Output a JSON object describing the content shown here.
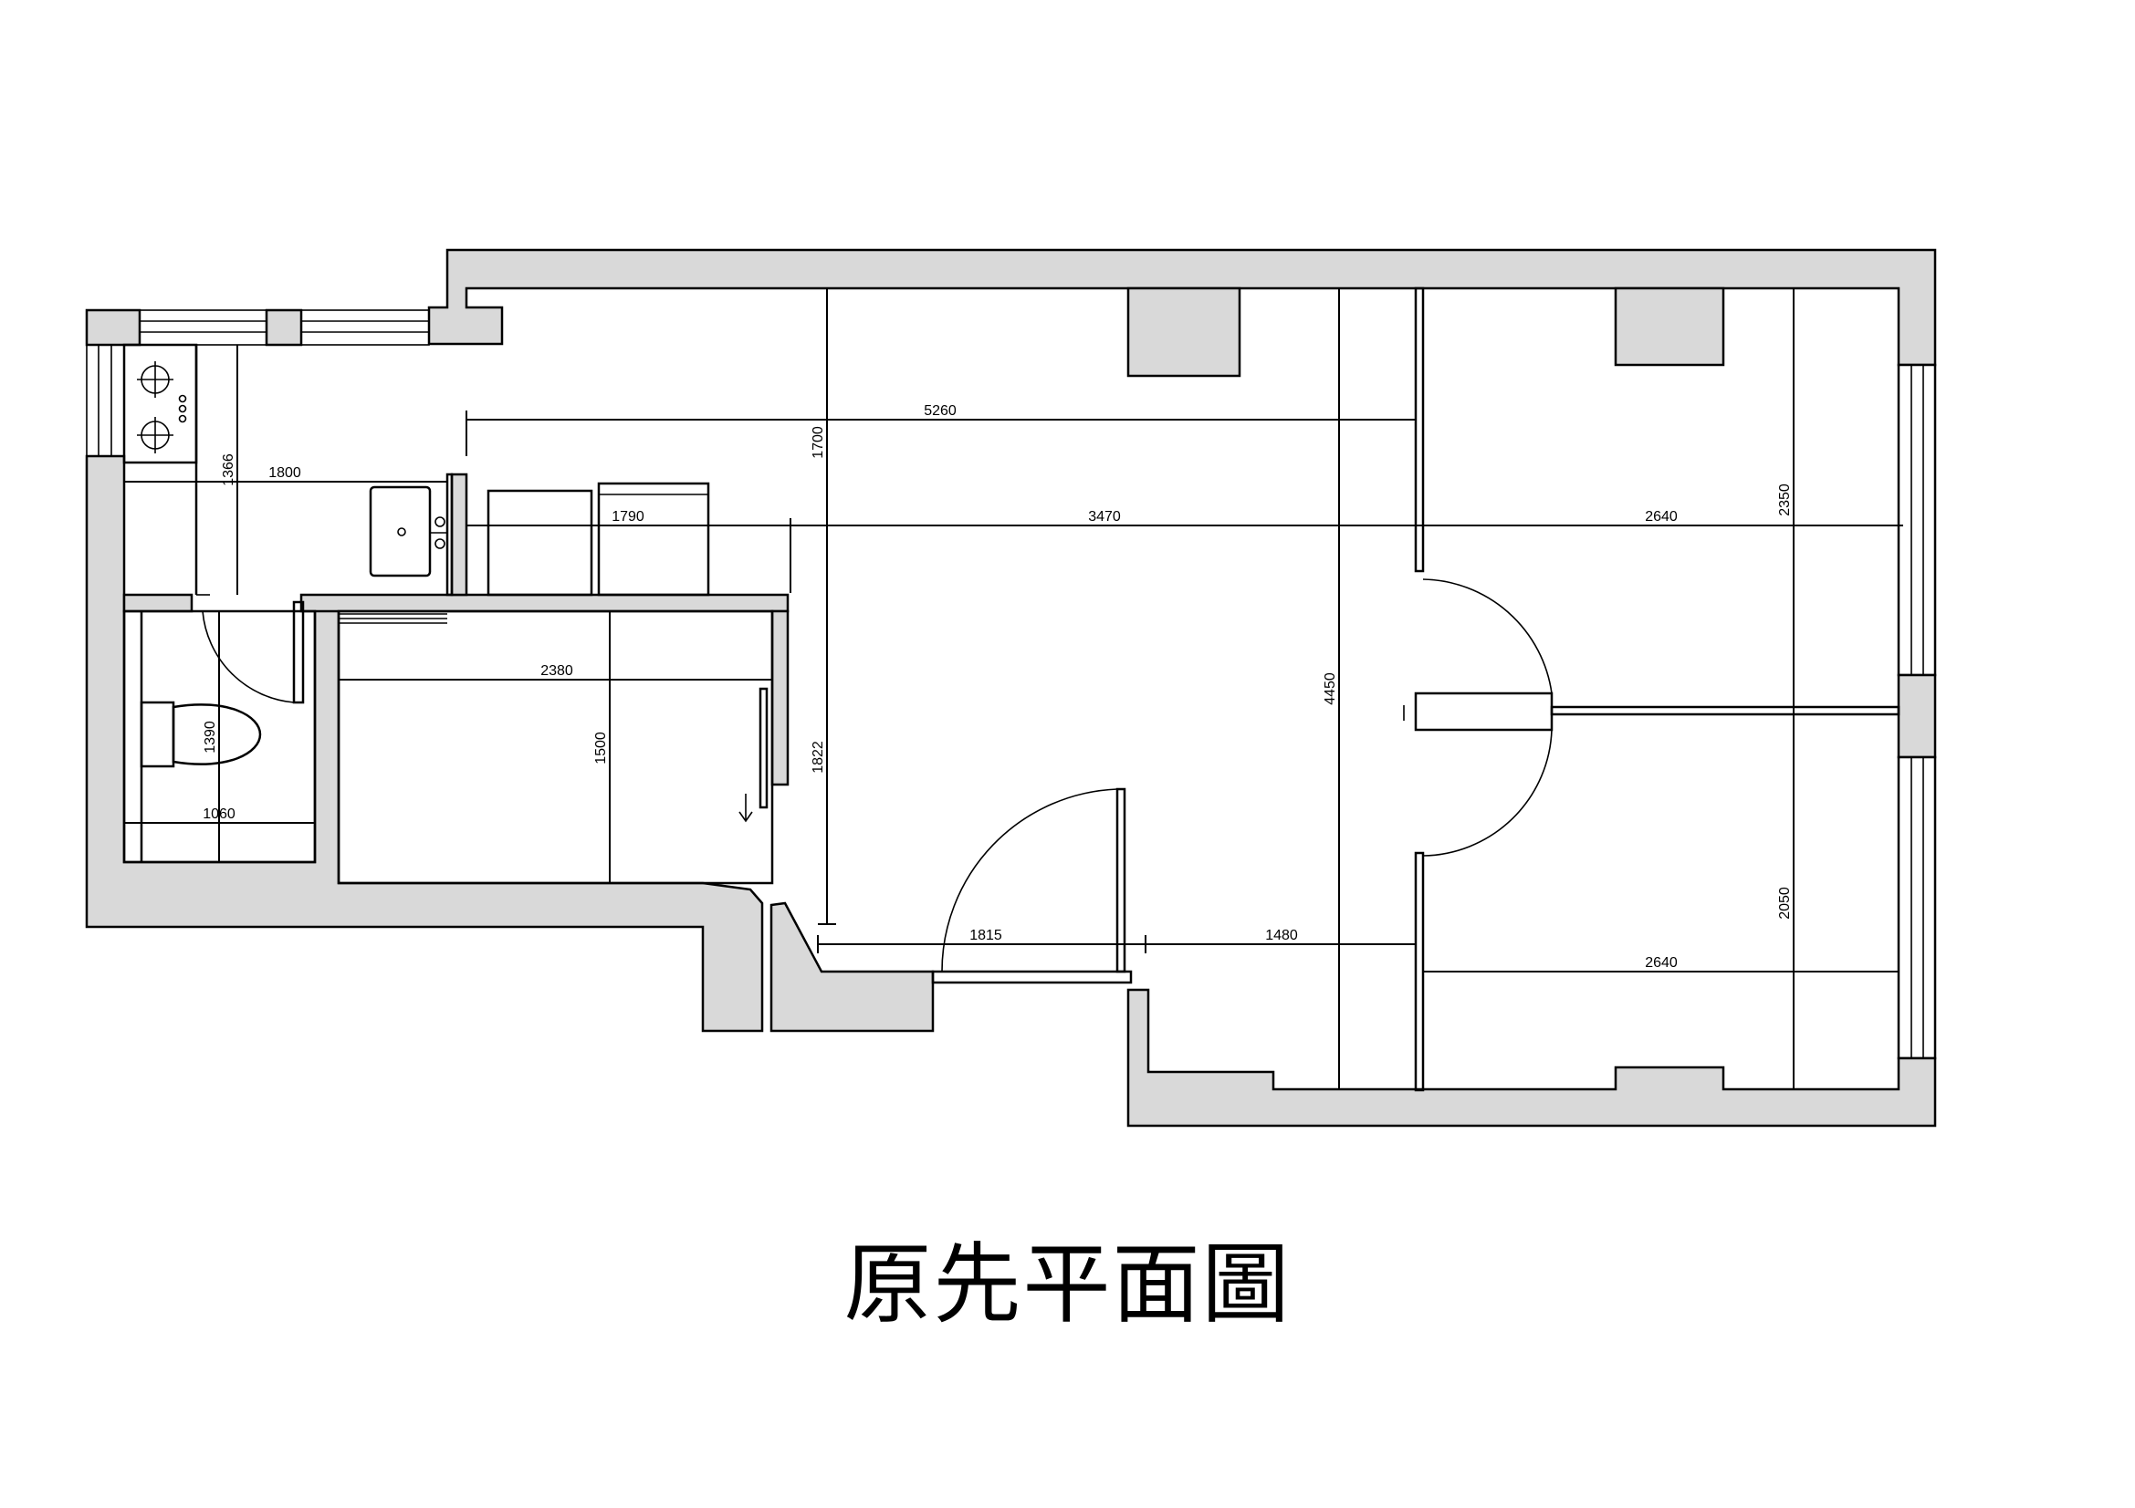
{
  "title": "原先平面圖",
  "dimensions": {
    "d5260": "5260",
    "d1700": "1700",
    "d1366": "1366",
    "d1800": "1800",
    "d1790": "1790",
    "d3470": "3470",
    "d2640_top": "2640",
    "d2350": "2350",
    "d2380": "2380",
    "d1500": "1500",
    "d1390": "1390",
    "d1060": "1060",
    "d1822": "1822",
    "d4450": "4450",
    "d1815": "1815",
    "d1480": "1480",
    "d2050": "2050",
    "d2640_bottom": "2640"
  }
}
